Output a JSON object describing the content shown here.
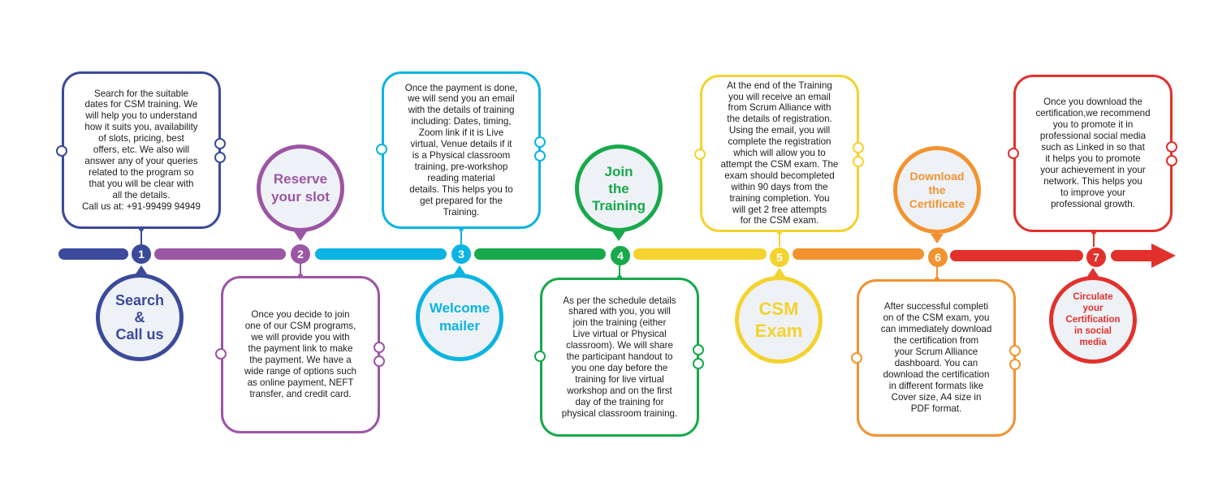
{
  "colors": {
    "step1": "#3c4a9b",
    "step2": "#9b56a4",
    "step3": "#0bb4e2",
    "step4": "#17a94b",
    "step5": "#f4d22f",
    "step6": "#f29330",
    "step7": "#e2312d"
  },
  "steps": [
    {
      "number": "1",
      "title": "Search\n&\nCall us",
      "description": "Search for the suitable\ndates for CSM training. We\nwill help you to understand\nhow it suits you, availability\nof slots, pricing, best\noffers, etc. We also will\nanswer any of your queries\nrelated to the program so\nthat you will be clear with\nall the details.\nCall us at: +91-99499 94949"
    },
    {
      "number": "2",
      "title": "Reserve\nyour slot",
      "description": "Once you decide to join\none of our CSM programs,\nwe will provide you with\nthe payment link to make\nthe payment. We have a\nwide range of options such\nas online payment, NEFT\ntransfer, and credit card."
    },
    {
      "number": "3",
      "title": "Welcome\nmailer",
      "description": "Once the payment is done,\nwe will send you an email\nwith the details of training\nincluding: Dates, timing,\nZoom link if it is Live\nvirtual, Venue details if it\nis a Physical classroom\ntraining, pre-workshop\nreading material\ndetails. This helps you to\nget prepared for the\nTraining."
    },
    {
      "number": "4",
      "title": "Join\nthe\nTraining",
      "description": "As per the schedule details\nshared with you, you will\njoin the training (either\nLive virtual or Physical\nclassroom). We will share\nthe participant handout to\nyou one day before the\ntraining for live virtual\nworkshop and on the first\nday of the training for\nphysical classroom training."
    },
    {
      "number": "5",
      "title": "CSM\nExam",
      "description": "At the end of the Training\nyou will receive an email\nfrom Scrum Alliance with\nthe details of registration.\nUsing the email, you will\ncomplete the registration\nwhich will allow you to\nattempt the CSM exam. The\nexam should becompleted\nwithin 90 days from the\ntraining completion. You\nwill get 2 free attempts\nfor the CSM exam."
    },
    {
      "number": "6",
      "title": "Download\nthe\nCertificate",
      "description": "After successful completi\non of the CSM exam, you\ncan immediately download\nthe certification from\nyour Scrum Alliance\ndashboard. You can\ndownload the certification\nin different formats like\nCover size, A4 size in\nPDF format."
    },
    {
      "number": "7",
      "title": "Circulate\nyour\nCertification\nin social\nmedia",
      "description": "Once you download the\ncertification,we recommend\nyou to promote it in\nprofessional social media\nsuch as Linked in so that\nit helps you to promote\nyour achievement in your\nnetwork. This helps you\nto improve your\nprofessional growth."
    }
  ]
}
